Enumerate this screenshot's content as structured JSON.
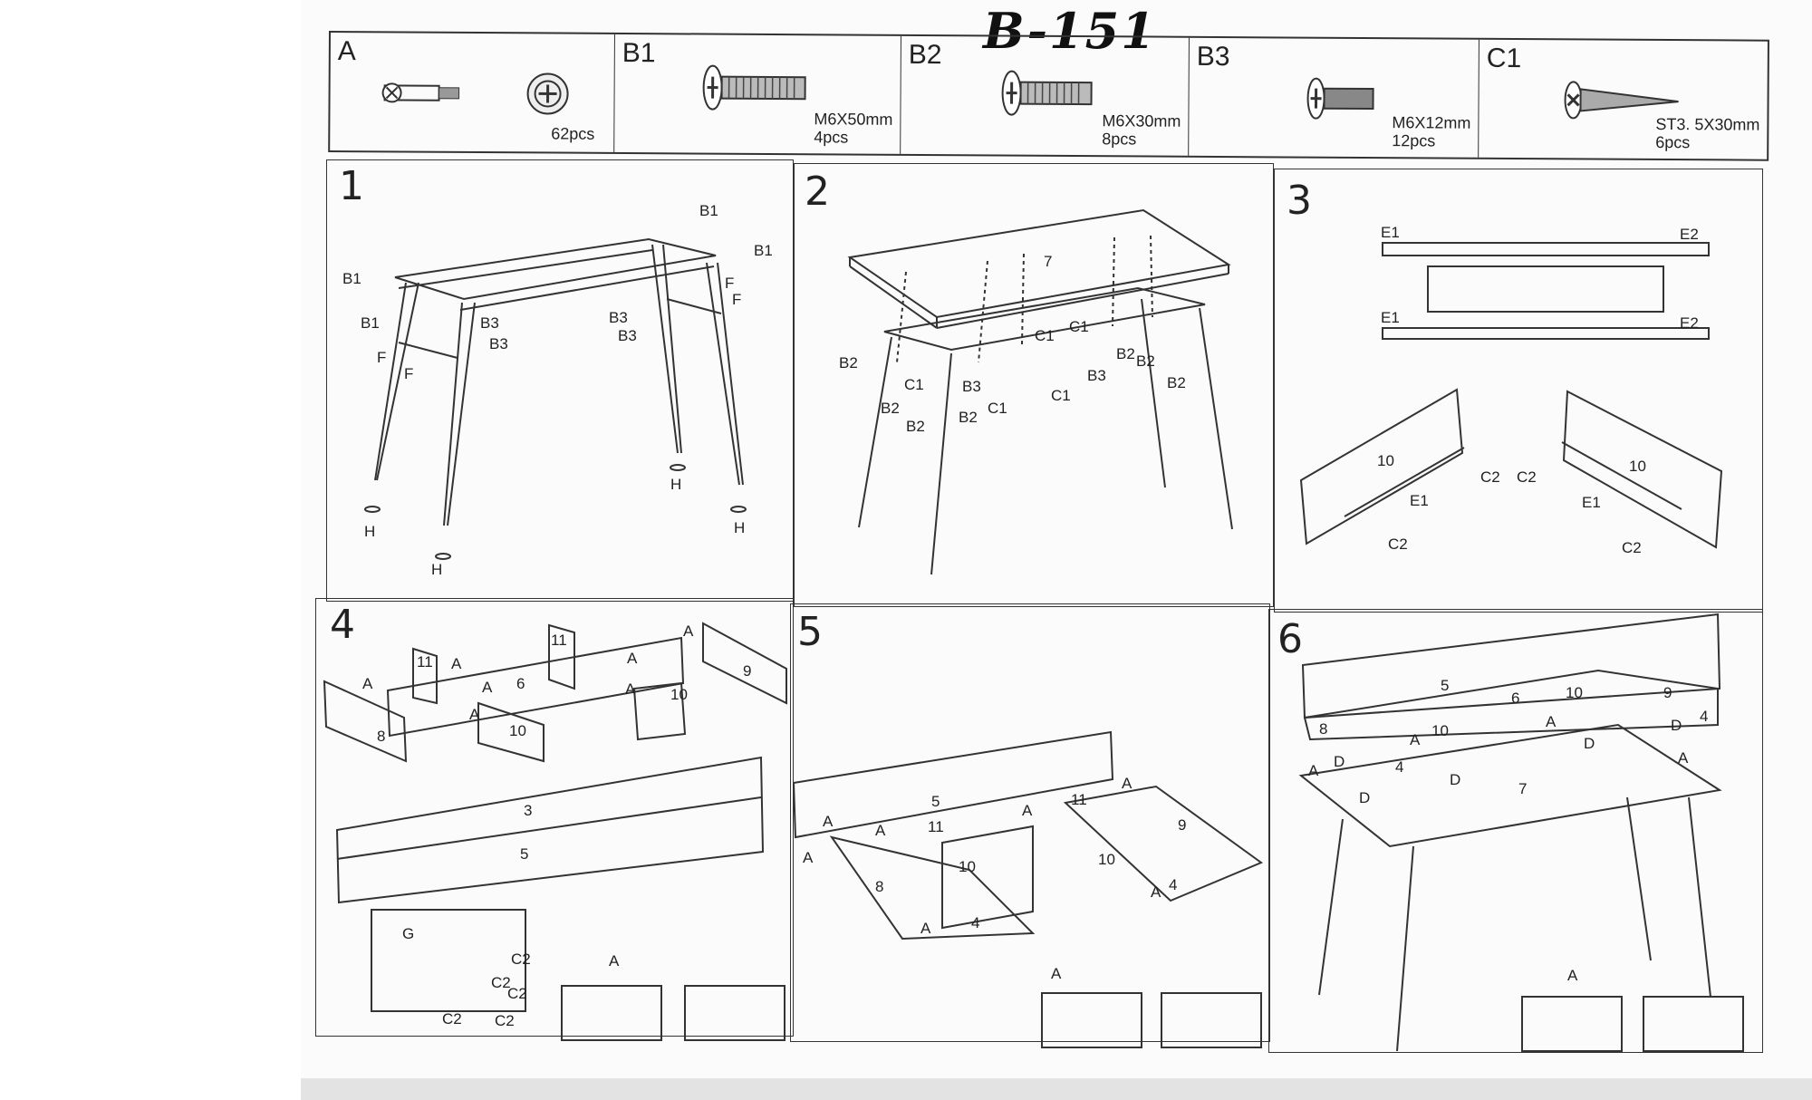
{
  "document": {
    "title": "B-151"
  },
  "parts": [
    {
      "code": "A",
      "size": "",
      "qty": "62pcs"
    },
    {
      "code": "B1",
      "size": "M6X50mm",
      "qty": "4pcs"
    },
    {
      "code": "B2",
      "size": "M6X30mm",
      "qty": "8pcs"
    },
    {
      "code": "B3",
      "size": "M6X12mm",
      "qty": "12pcs"
    },
    {
      "code": "C1",
      "size": "ST3. 5X30mm",
      "qty": "6pcs"
    }
  ],
  "steps": [
    {
      "number": "1",
      "labels": [
        "B1",
        "B1",
        "B1",
        "B1",
        "B3",
        "B3",
        "B3",
        "B3",
        "F",
        "F",
        "F",
        "F",
        "H",
        "H",
        "H",
        "H"
      ]
    },
    {
      "number": "2",
      "labels": [
        "7",
        "C1",
        "C1",
        "C1",
        "C1",
        "C1",
        "B2",
        "B2",
        "B2",
        "B2",
        "B2",
        "B2",
        "B2",
        "B3",
        "B3"
      ]
    },
    {
      "number": "3",
      "labels": [
        "E1",
        "E2",
        "E1",
        "E2",
        "10",
        "10",
        "E1",
        "E1",
        "C2",
        "C2",
        "C2",
        "C2"
      ]
    },
    {
      "number": "4",
      "labels": [
        "11",
        "11",
        "6",
        "9",
        "8",
        "10",
        "10",
        "3",
        "5",
        "G",
        "C2",
        "C2",
        "C2",
        "C2",
        "C2",
        "A",
        "A",
        "A",
        "A",
        "A",
        "A",
        "A",
        "A"
      ]
    },
    {
      "number": "5",
      "labels": [
        "5",
        "11",
        "11",
        "9",
        "10",
        "10",
        "8",
        "4",
        "4",
        "A",
        "A",
        "A",
        "A",
        "A",
        "A",
        "A",
        "A"
      ]
    },
    {
      "number": "6",
      "labels": [
        "5",
        "6",
        "8",
        "10",
        "10",
        "9",
        "4",
        "4",
        "7",
        "A",
        "A",
        "A",
        "A",
        "A",
        "D",
        "D",
        "D",
        "D",
        "D"
      ]
    }
  ]
}
